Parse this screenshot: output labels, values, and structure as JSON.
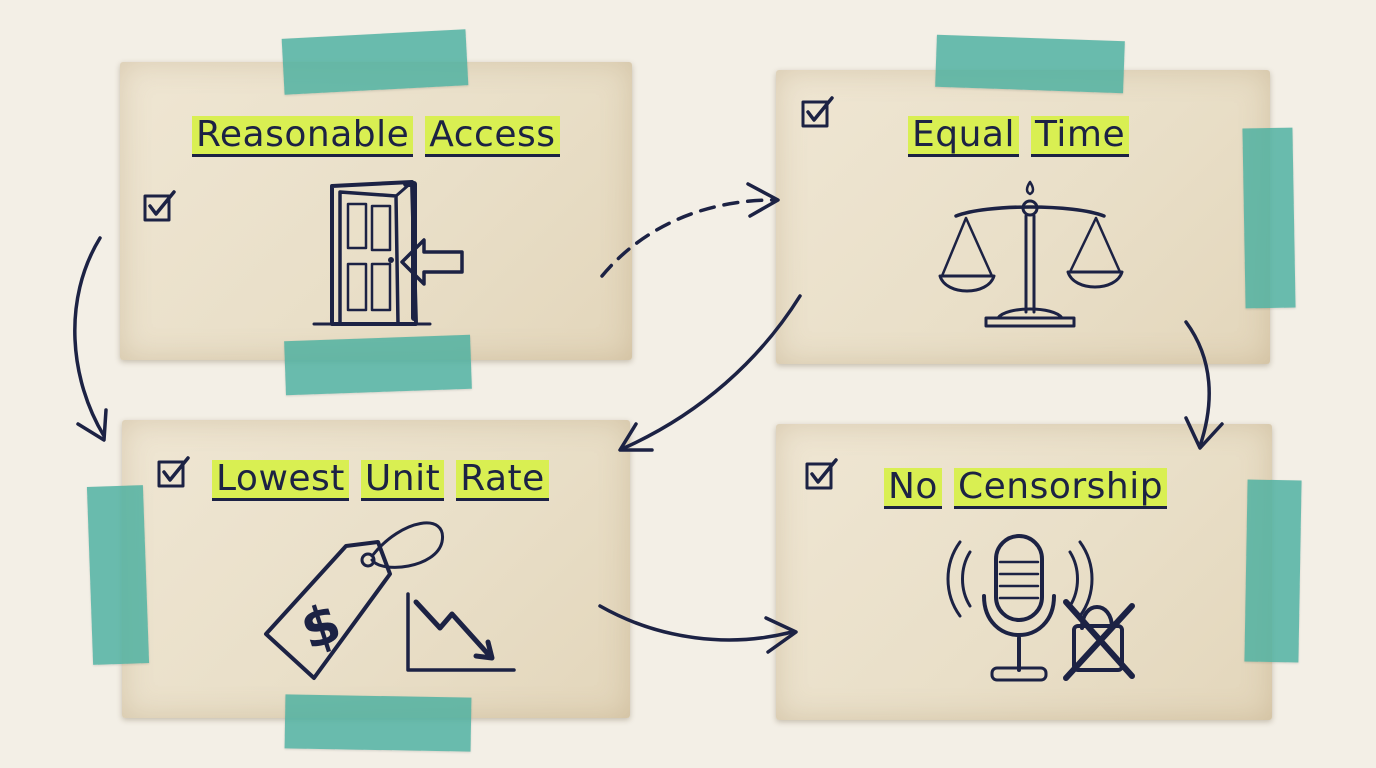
{
  "cards": {
    "reasonable_access": {
      "title": [
        "Reasonable",
        "Access"
      ],
      "icon": "door-icon"
    },
    "equal_time": {
      "title": [
        "Equal",
        "Time"
      ],
      "icon": "scales-icon"
    },
    "lowest_unit_rate": {
      "title": [
        "Lowest",
        "Unit",
        "Rate"
      ],
      "icon": "price-tag-icon"
    },
    "no_censorship": {
      "title": [
        "No",
        "Censorship"
      ],
      "icon": "microphone-icon"
    }
  },
  "colors": {
    "ink": "#1c2244",
    "highlight": "#d9ef52",
    "tape": "#4ab0a0",
    "paper": "#e9dfc8",
    "background": "#f3efe6"
  }
}
